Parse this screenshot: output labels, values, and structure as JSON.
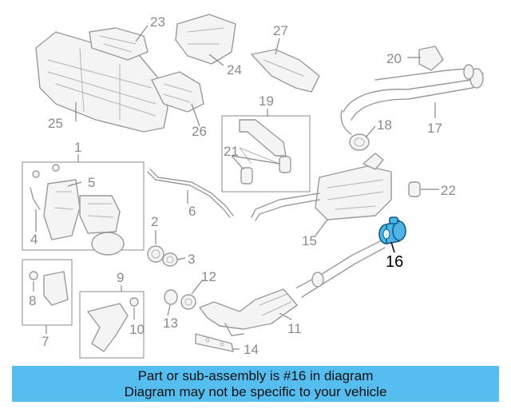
{
  "diagram": {
    "callouts": [
      "1",
      "2",
      "3",
      "4",
      "5",
      "6",
      "7",
      "8",
      "9",
      "10",
      "11",
      "12",
      "13",
      "14",
      "15",
      "16",
      "17",
      "18",
      "19",
      "20",
      "21",
      "22",
      "23",
      "24",
      "25",
      "26",
      "27"
    ],
    "highlighted_part": "16",
    "highlight_color": "#4fb3e6"
  },
  "banner": {
    "line1": "Part or sub-assembly is #16 in diagram",
    "line2": "Diagram may not be specific to your vehicle",
    "background": "#55bdf0"
  }
}
